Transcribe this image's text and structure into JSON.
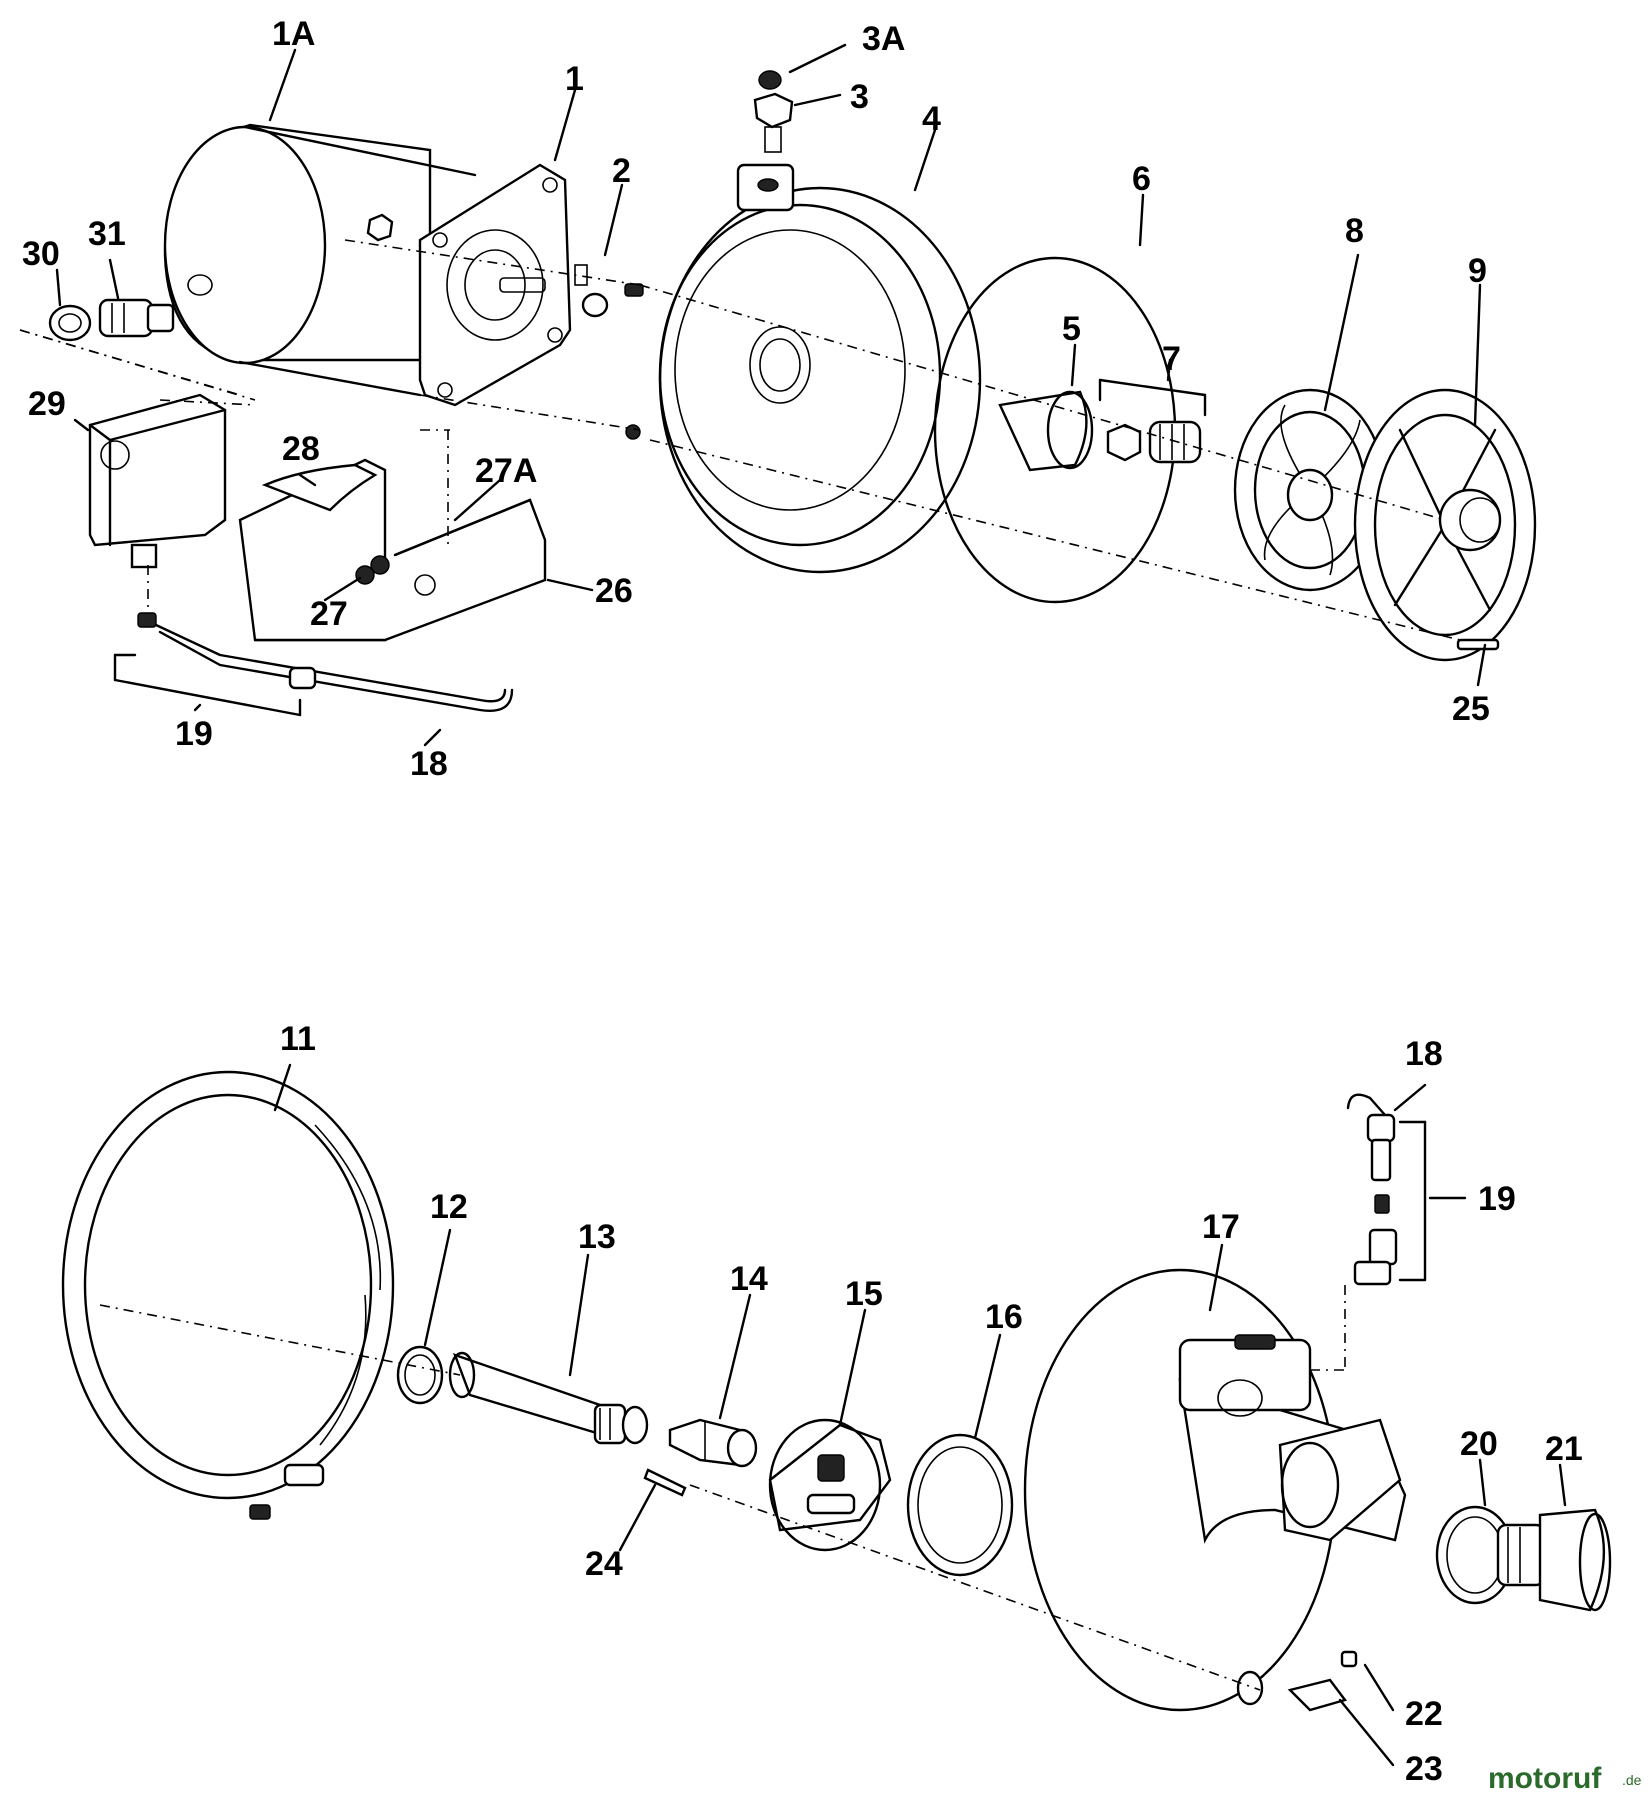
{
  "callouts": {
    "c1A": "1A",
    "c1": "1",
    "c2": "2",
    "c3A": "3A",
    "c3": "3",
    "c4": "4",
    "c6": "6",
    "c8": "8",
    "c9": "9",
    "c5": "5",
    "c7": "7",
    "c30": "30",
    "c31": "31",
    "c29": "29",
    "c28": "28",
    "c27A": "27A",
    "c27": "27",
    "c26": "26",
    "c25": "25",
    "c19a": "19",
    "c18a": "18",
    "c11": "11",
    "c12": "12",
    "c13": "13",
    "c14": "14",
    "c15": "15",
    "c16": "16",
    "c17": "17",
    "c18b": "18",
    "c19b": "19",
    "c20": "20",
    "c21": "21",
    "c22": "22",
    "c23": "23",
    "c24": "24"
  },
  "watermark": {
    "brand": "motoruf",
    "tld": ".de"
  }
}
